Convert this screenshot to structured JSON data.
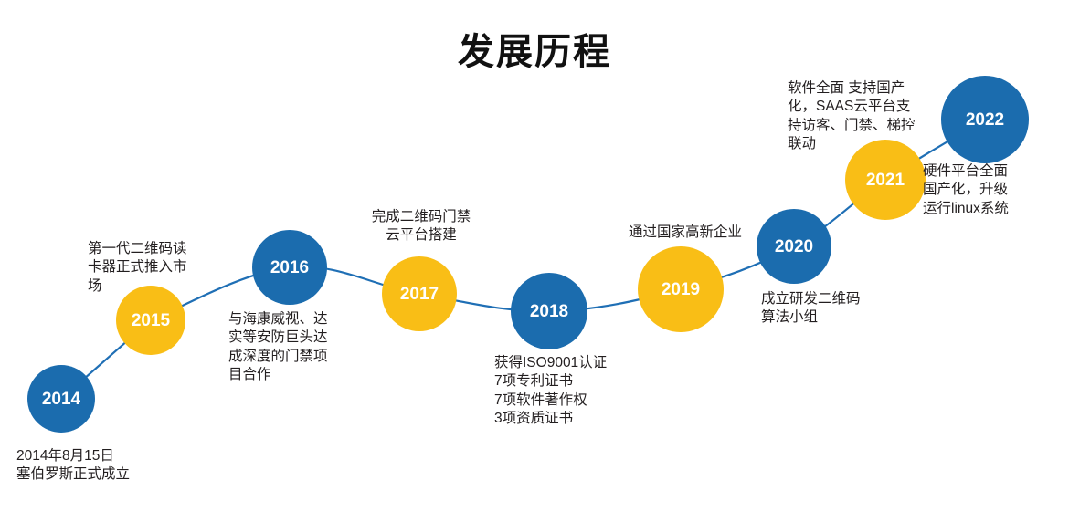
{
  "header": {
    "title": "发展历程"
  },
  "theme": {
    "blue": "#1B6CAE",
    "yellow": "#F9BE16",
    "line": "#1F6FB5",
    "node_text": "#FFFFFF",
    "label_text": "#231F20",
    "background": "#FFFFFF"
  },
  "chart_data": {
    "type": "timeline",
    "title": "发展历程",
    "orientation": "left-to-right ascending wave",
    "node_count": 9,
    "milestones": [
      {
        "year": "2014",
        "color": "blue",
        "label": "2014年8月15日\n塞伯罗斯正式成立",
        "label_position": "below",
        "label_align": "left"
      },
      {
        "year": "2015",
        "color": "yellow",
        "label": "第一代二维码读\n卡器正式推入市\n场",
        "label_position": "above",
        "label_align": "left"
      },
      {
        "year": "2016",
        "color": "blue",
        "label": "与海康威视、达\n实等安防巨头达\n成深度的门禁项\n目合作",
        "label_position": "below",
        "label_align": "left"
      },
      {
        "year": "2017",
        "color": "yellow",
        "label": "完成二维码门禁\n云平台搭建",
        "label_position": "above",
        "label_align": "center"
      },
      {
        "year": "2018",
        "color": "blue",
        "label": "获得ISO9001认证\n7项专利证书\n7项软件著作权\n3项资质证书",
        "label_position": "below",
        "label_align": "left"
      },
      {
        "year": "2019",
        "color": "yellow",
        "label": "通过国家高新企业",
        "label_position": "above",
        "label_align": "center"
      },
      {
        "year": "2020",
        "color": "blue",
        "label": "成立研发二维码\n算法小组",
        "label_position": "below",
        "label_align": "left"
      },
      {
        "year": "2021",
        "color": "yellow",
        "label": "软件全面 支持国产\n化，SAAS云平台支\n持访客、门禁、梯控\n联动",
        "label_position": "above-left",
        "label_align": "left"
      },
      {
        "year": "2022",
        "color": "blue",
        "label": "硬件平台全面\n国产化，升级\n运行linux系统",
        "label_position": "below-left",
        "label_align": "left"
      }
    ]
  }
}
